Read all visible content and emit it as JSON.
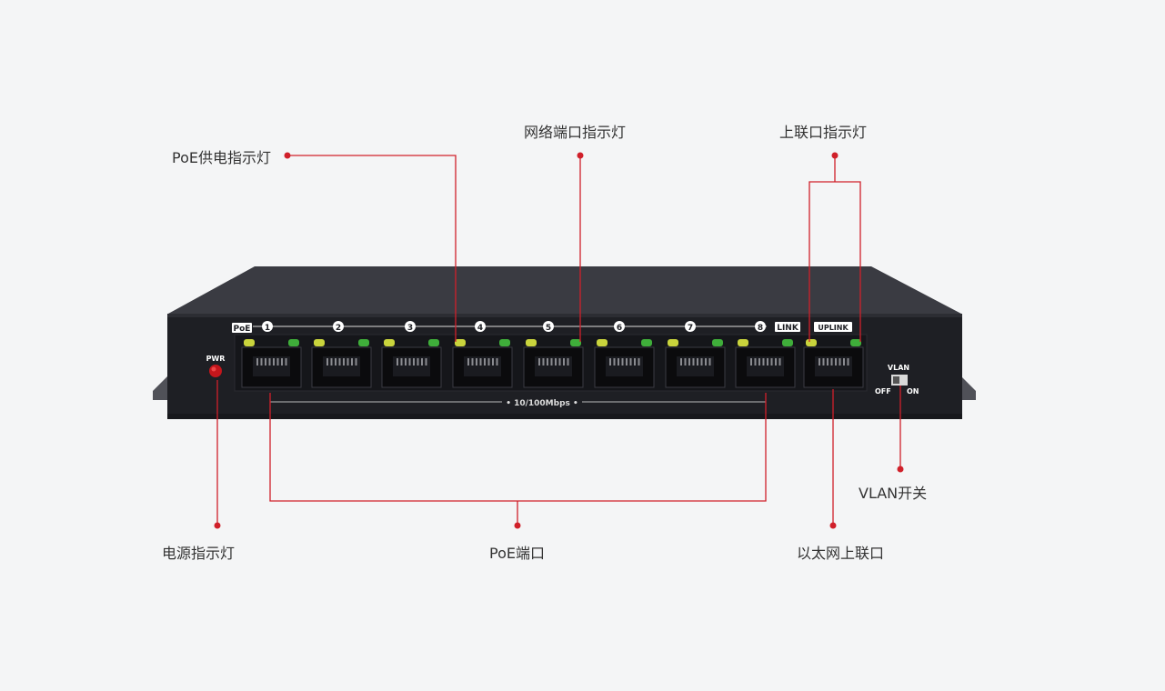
{
  "callouts": {
    "poe_led": "PoE供电指示灯",
    "network_led": "网络端口指示灯",
    "uplink_led": "上联口指示灯",
    "vlan_switch": "VLAN开关",
    "power_led": "电源指示灯",
    "poe_ports": "PoE端口",
    "uplink_port": "以太网上联口"
  },
  "device": {
    "pwr_label": "PWR",
    "poe_badge": "PoE",
    "port_numbers": [
      "1",
      "2",
      "3",
      "4",
      "5",
      "6",
      "7",
      "8"
    ],
    "link_badge": "LINK",
    "uplink_badge": "UPLINK",
    "speed_label": "• 10/100Mbps •",
    "vlan_label": "VLAN",
    "vlan_off": "OFF",
    "vlan_on": "ON"
  },
  "colors": {
    "accent": "#d0202a",
    "device_face": "#1e1f24",
    "device_top": "#3a3b42",
    "led_yellow": "#c9d43c",
    "led_green": "#3fae3a"
  }
}
